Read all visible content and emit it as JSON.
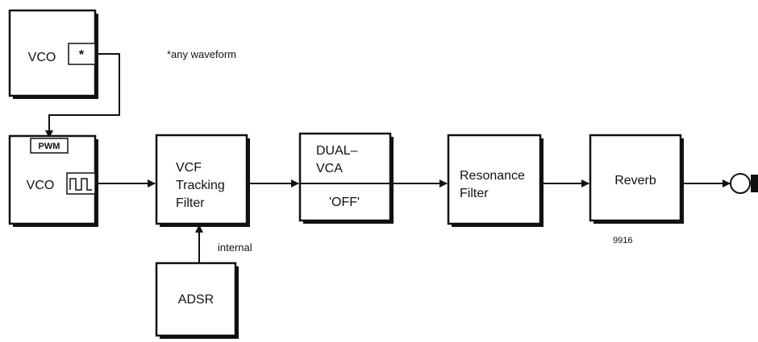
{
  "blocks": {
    "vco1": {
      "label": "VCO",
      "port": "*"
    },
    "vco2": {
      "label": "VCO",
      "port_label": "PWM"
    },
    "vcf": {
      "line1": "VCF",
      "line2": "Tracking",
      "line3": "Filter"
    },
    "dualvca": {
      "line1": "DUAL–",
      "line2": "VCA",
      "line3": "'OFF'"
    },
    "resonance": {
      "line1": "Resonance",
      "line2": "Filter"
    },
    "reverb": {
      "label": "Reverb"
    },
    "adsr": {
      "label": "ADSR"
    }
  },
  "notes": {
    "waveform": "*any waveform",
    "internal": "internal",
    "figure_number": "9916"
  }
}
